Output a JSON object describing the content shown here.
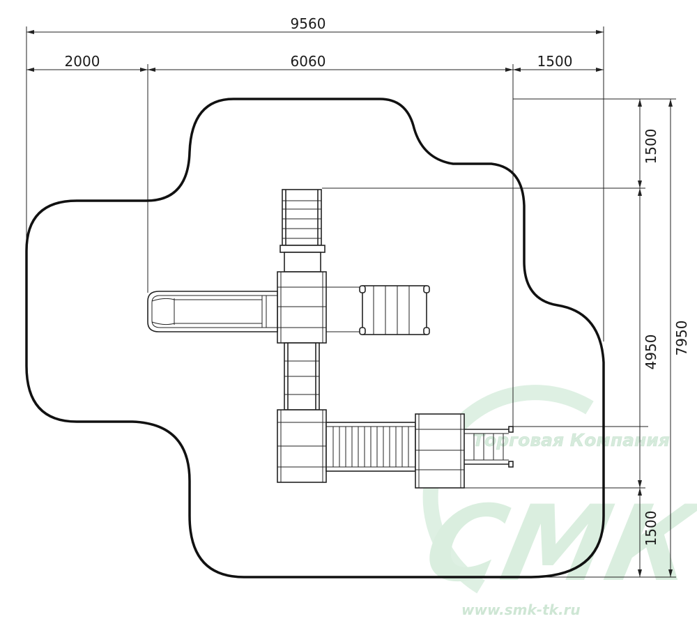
{
  "dimensions": {
    "total_width": "9560",
    "left_offset": "2000",
    "structure_width": "6060",
    "right_offset": "1500",
    "top_offset": "1500",
    "structure_height": "4950",
    "total_height": "7950",
    "bottom_offset": "1500"
  },
  "watermark": {
    "company_line": "Торговая Компания",
    "logo_text": "СМК",
    "url": "www.smk-tk.ru",
    "color": "#cfe8d6"
  },
  "colors": {
    "line": "#222222",
    "background": "#ffffff"
  }
}
